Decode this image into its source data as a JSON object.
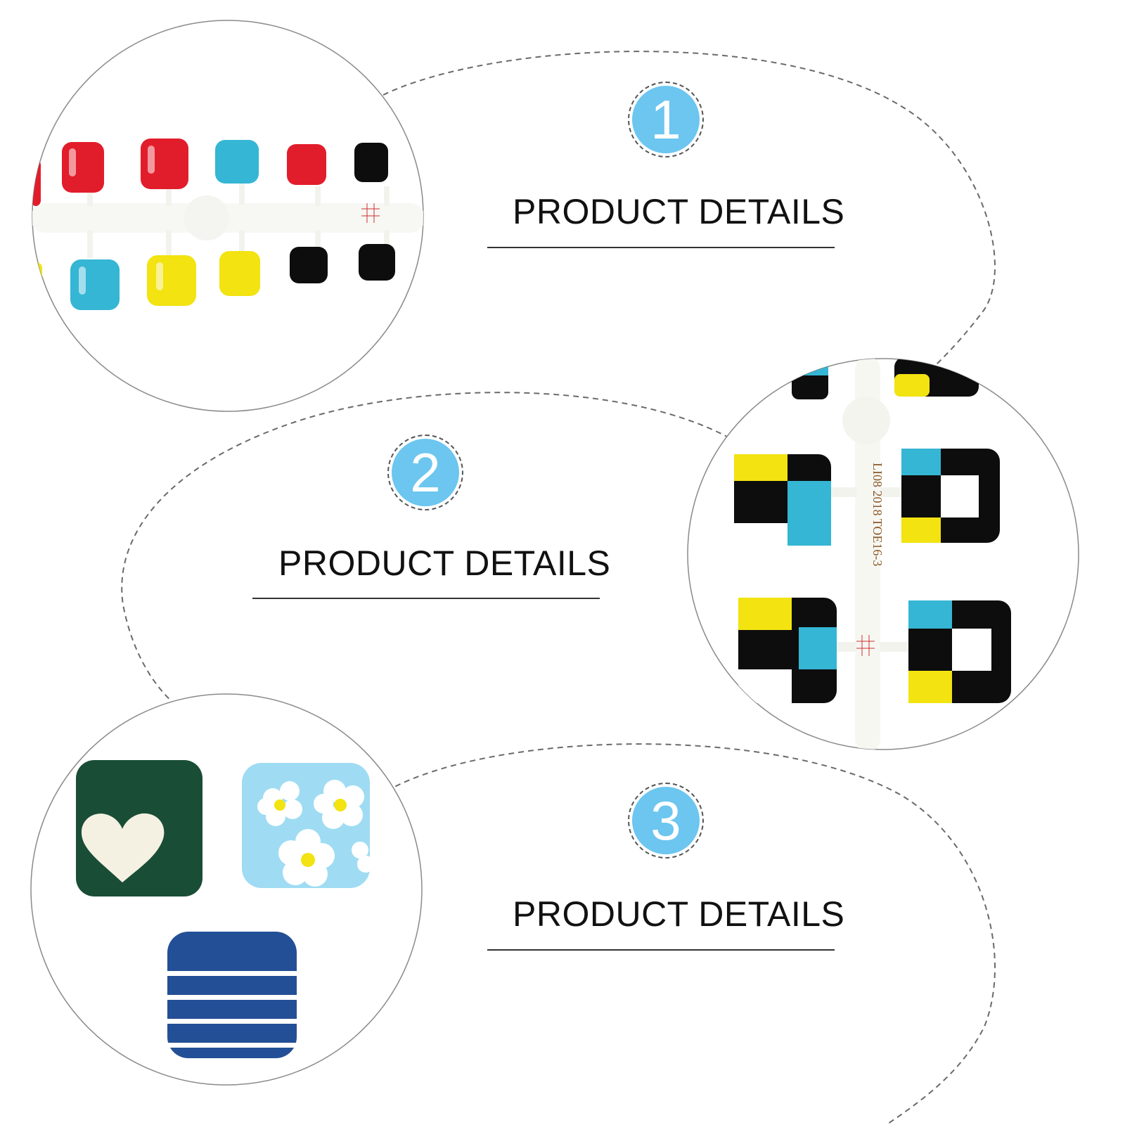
{
  "sections": [
    {
      "number": "1",
      "label": "PRODUCT DETAILS"
    },
    {
      "number": "2",
      "label": "PRODUCT DETAILS"
    },
    {
      "number": "3",
      "label": "PRODUCT DETAILS"
    }
  ],
  "tip_imprint": {
    "top": "LI08 2018 TOE16-3",
    "mark": "⌗"
  },
  "colors": {
    "badge": "#6cc6ef",
    "red": "#e21d2b",
    "cyan": "#35b6d4",
    "yellow": "#f2e311",
    "black": "#0d0d0d",
    "green": "#1a4d36",
    "skyblue": "#9fdcf3",
    "navy": "#234f96"
  },
  "icons": [
    "heart-icon",
    "daisy-icon",
    "stripe-pattern"
  ]
}
